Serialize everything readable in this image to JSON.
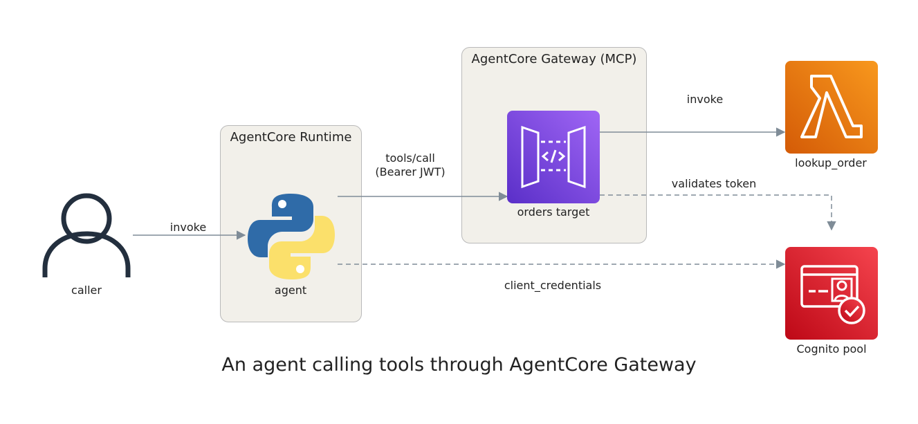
{
  "title": "An agent calling tools through AgentCore Gateway",
  "clusters": {
    "runtime": "AgentCore Runtime",
    "gateway": "AgentCore Gateway (MCP)"
  },
  "nodes": {
    "caller": "caller",
    "agent": "agent",
    "orders_target": "orders target",
    "lookup_order": "lookup_order",
    "cognito": "Cognito pool"
  },
  "edges": {
    "caller_to_agent": "invoke",
    "agent_to_gateway_line1": "tools/call",
    "agent_to_gateway_line2": "(Bearer JWT)",
    "gateway_to_lambda": "invoke",
    "gateway_to_cognito": "validates token",
    "agent_to_cognito": "client_credentials"
  },
  "colors": {
    "edge": "#7f8c97",
    "gateway_icon": "#7d3fe0",
    "lambda_icon": "#ed7100",
    "cognito_icon": "#dd2b33",
    "python_blue": "#2f6ba8",
    "python_yellow": "#fbe06b"
  },
  "icons": {
    "caller": "user-icon",
    "agent": "python-icon",
    "orders_target": "api-gateway-icon",
    "lookup_order": "lambda-icon",
    "cognito": "cognito-icon"
  }
}
